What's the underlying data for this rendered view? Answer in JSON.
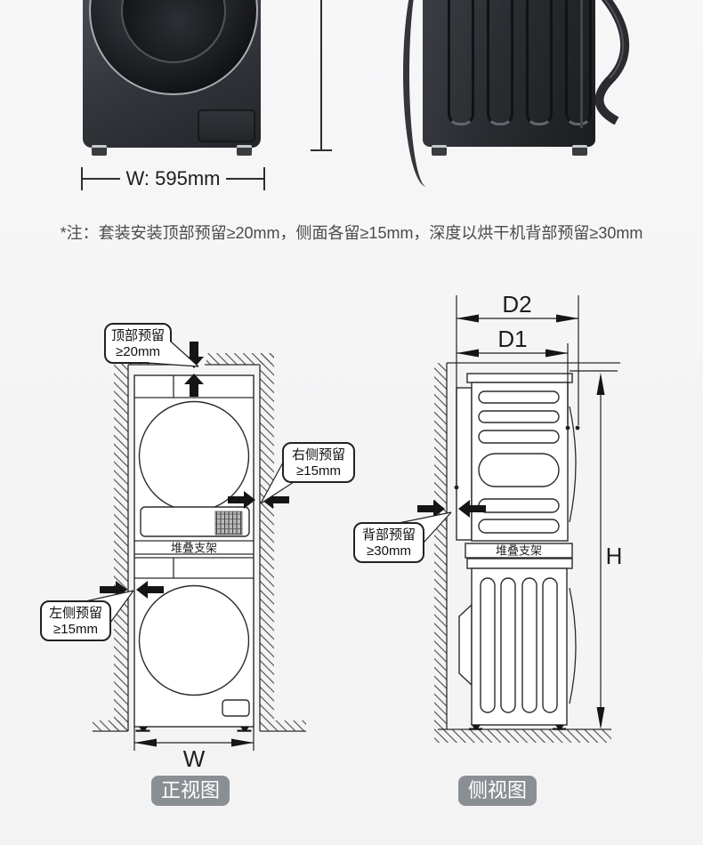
{
  "note": "*注：套装安装顶部预留≥20mm，侧面各留≥15mm，深度以烘干机背部预留≥30mm",
  "product_photos": {
    "front_width_dim": "W: 595mm"
  },
  "front_view": {
    "title": "正视图",
    "top_callout_line1": "顶部预留",
    "top_callout_line2": "≥20mm",
    "right_callout_line1": "右侧预留",
    "right_callout_line2": "≥15mm",
    "left_callout_line1": "左侧预留",
    "left_callout_line2": "≥15mm",
    "bracket_label": "堆叠支架",
    "width_label": "W"
  },
  "side_view": {
    "title": "侧视图",
    "back_callout_line1": "背部预留",
    "back_callout_line2": "≥30mm",
    "bracket_label": "堆叠支架",
    "depth_outer_label": "D2",
    "depth_inner_label": "D1",
    "height_label": "H"
  },
  "colors": {
    "diagram_line": "#2b2b2b",
    "title_badge_bg": "#8a8f94",
    "note_text": "#4b4b4b",
    "machine_body_dark": "#2a2c31"
  }
}
